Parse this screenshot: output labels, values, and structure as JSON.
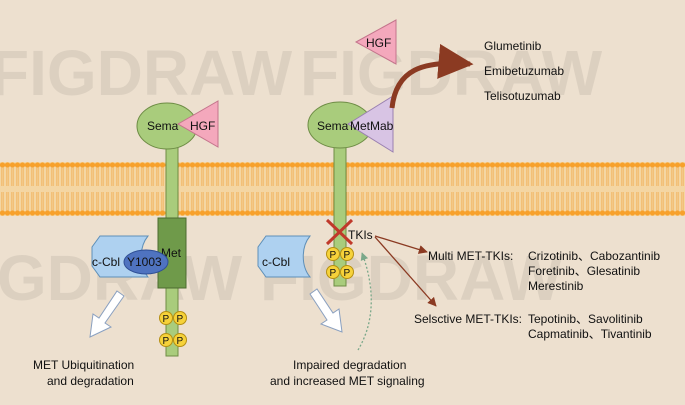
{
  "watermark": "FIGDRAW",
  "left": {
    "sema": "Sema",
    "hgf": "HGF",
    "met": "Met",
    "cbl": "c-Cbl",
    "y1003": "Y1003",
    "p": "P",
    "caption_line1": "MET Ubiquitination",
    "caption_line2": "and degradation"
  },
  "right": {
    "hgf": "HGF",
    "sema": "Sema",
    "metmab": "MetMab",
    "cbl": "c-Cbl",
    "tkis": "TKIs",
    "p": "P",
    "caption_line1": "Impaired degradation",
    "caption_line2": "and increased MET signaling"
  },
  "antibodies": [
    "Glumetinib",
    "Emibetuzumab",
    "Telisotuzumab"
  ],
  "multi": {
    "label": "Multi MET-TKIs:",
    "lines": [
      "Crizotinib、Cabozantinib",
      "Foretinib、Glesatinib",
      "Merestinib"
    ]
  },
  "selective": {
    "label": "Selsctive MET-TKIs:",
    "lines": [
      "Tepotinib、Savolitinib",
      "Capmatinib、Tivantinib"
    ]
  },
  "colors": {
    "background": "#ede0cf",
    "membrane_head": "#f7a12c",
    "membrane_tail": "#f4d6a3",
    "receptor_green": "#a9cc7c",
    "receptor_dark": "#6e8c45",
    "hgf_pink": "#f4a8bc",
    "metmab_purple": "#d8c4e4",
    "cbl_blue": "#aed1f0",
    "y1003_blue": "#4f73c0",
    "phospho_yellow": "#f6d23a",
    "arrow_brown": "#8b3a22",
    "cross_red": "#c0392b"
  }
}
